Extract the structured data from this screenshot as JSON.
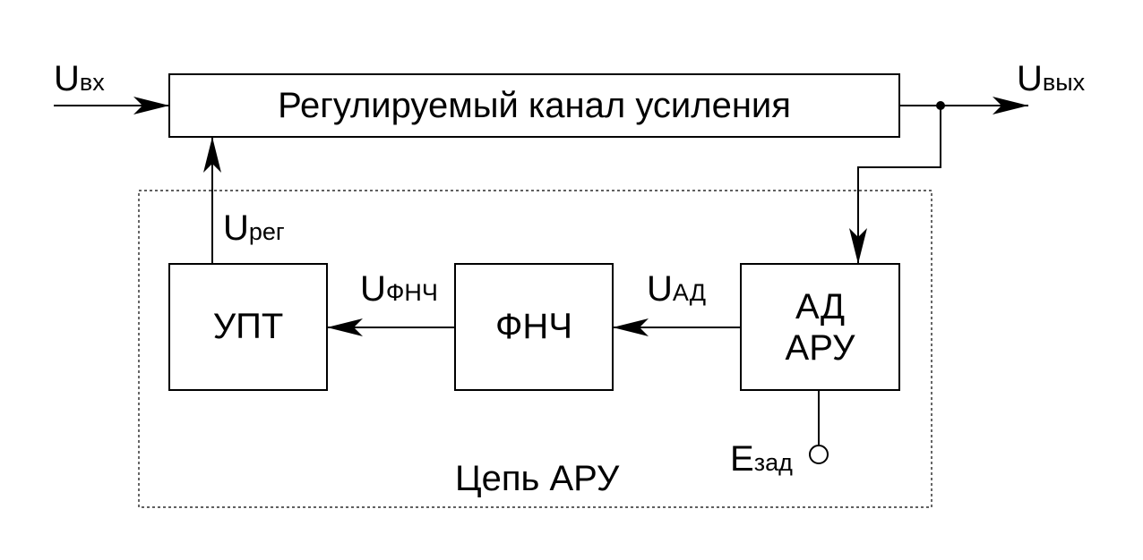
{
  "blocks": {
    "channel": "Регулируемый канал усиления",
    "upt": "УПТ",
    "fnch": "ФНЧ",
    "ad_line1": "АД",
    "ad_line2": "АРУ"
  },
  "loop_label": "Цепь АРУ",
  "signals": {
    "u_in": {
      "main": "U",
      "sub": "вх"
    },
    "u_out": {
      "main": "U",
      "sub": "вых"
    },
    "u_reg": {
      "main": "U",
      "sub": "рег"
    },
    "u_fnch": {
      "main": "U",
      "sub": "ФНЧ"
    },
    "u_ad": {
      "main": "U",
      "sub": "АД"
    },
    "e_zad": {
      "main": "E",
      "sub": "зад"
    }
  }
}
